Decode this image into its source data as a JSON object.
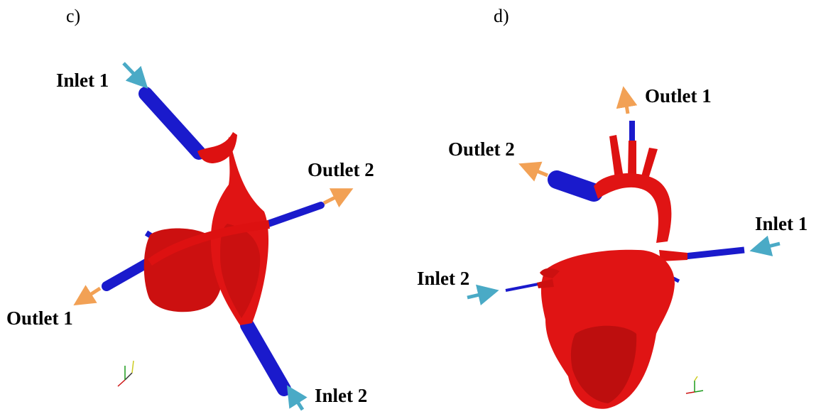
{
  "panels": [
    {
      "letter": "c)",
      "labels": {
        "inlet1": "Inlet 1",
        "inlet2": "Inlet 2",
        "outlet1": "Outlet 1",
        "outlet2": "Outlet 2"
      }
    },
    {
      "letter": "d)",
      "labels": {
        "inlet1": "Inlet 1",
        "inlet2": "Inlet 2",
        "outlet1": "Outlet 1",
        "outlet2": "Outlet 2"
      }
    }
  ],
  "colors": {
    "heart": "#dd1111",
    "heart_dark": "#a00a0a",
    "vessel_extension": "#1a1acc",
    "inlet_arrow": "#4aaac6",
    "outlet_arrow": "#f2a155"
  }
}
